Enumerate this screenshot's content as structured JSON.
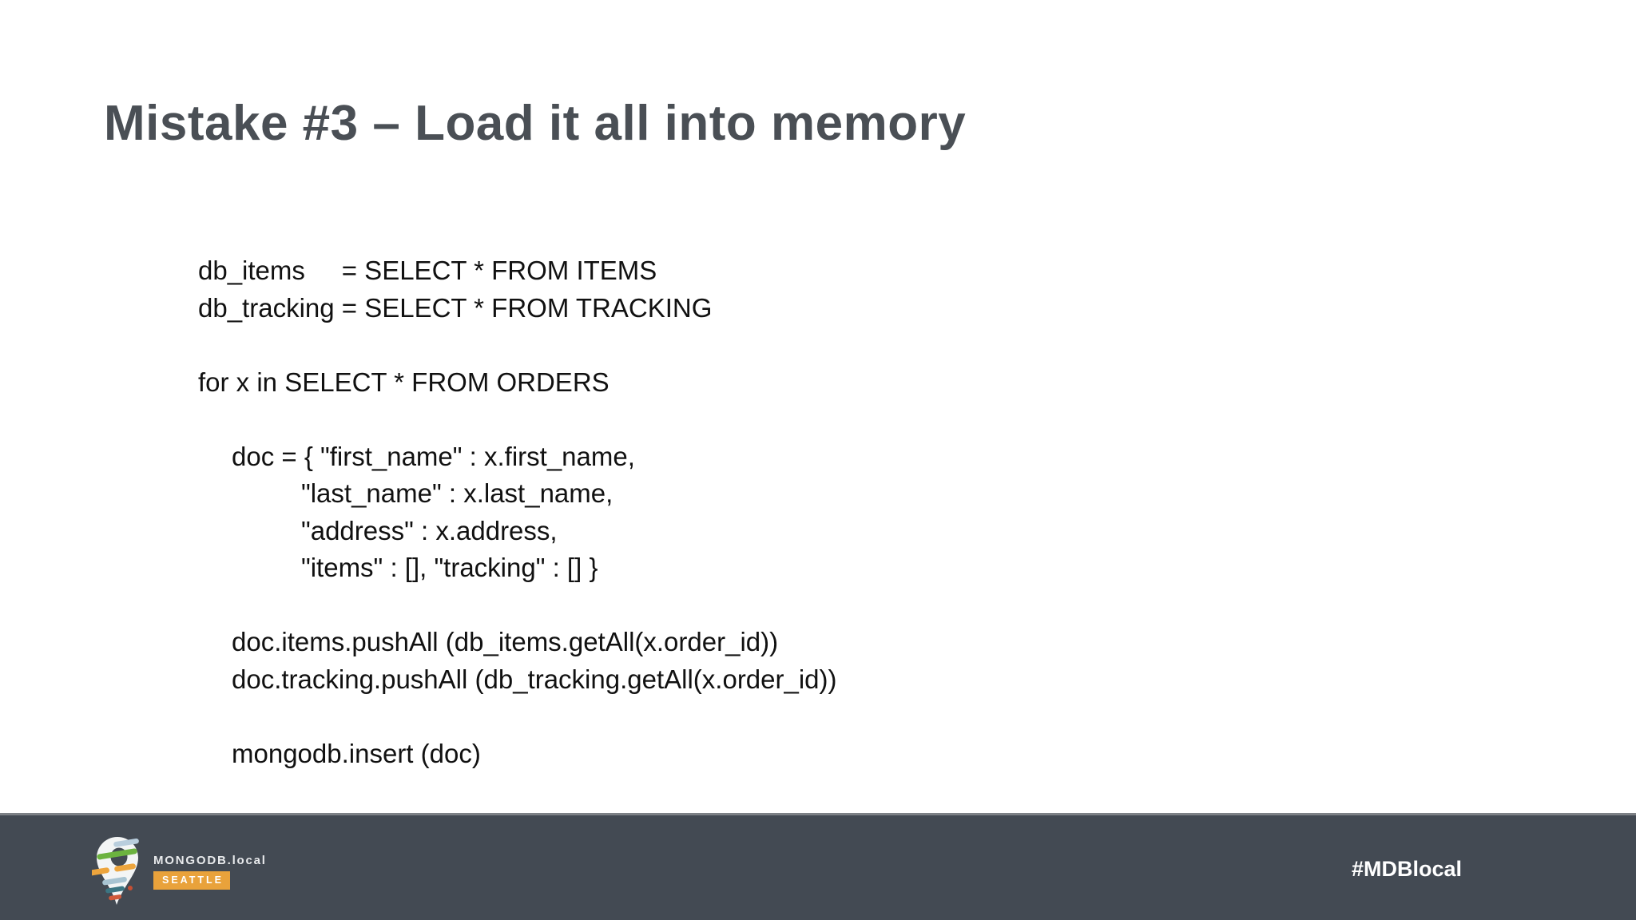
{
  "slide": {
    "title": "Mistake #3 – Load it all into memory",
    "code_lines": [
      {
        "indent": 0,
        "text": "db_items     = SELECT * FROM ITEMS"
      },
      {
        "indent": 0,
        "text": "db_tracking = SELECT * FROM TRACKING"
      },
      {
        "indent": 0,
        "text": ""
      },
      {
        "indent": 0,
        "text": "for x in SELECT * FROM ORDERS"
      },
      {
        "indent": 0,
        "text": ""
      },
      {
        "indent": 1,
        "text": "doc = { \"first_name\" : x.first_name,"
      },
      {
        "indent": 2,
        "text": "\"last_name\" : x.last_name,"
      },
      {
        "indent": 2,
        "text": "\"address\" : x.address,"
      },
      {
        "indent": 2,
        "text": "\"items\" : [], \"tracking\" : [] }"
      },
      {
        "indent": 0,
        "text": ""
      },
      {
        "indent": 1,
        "text": "doc.items.pushAll (db_items.getAll(x.order_id))"
      },
      {
        "indent": 1,
        "text": "doc.tracking.pushAll (db_tracking.getAll(x.order_id))"
      },
      {
        "indent": 0,
        "text": ""
      },
      {
        "indent": 1,
        "text": "mongodb.insert (doc)"
      }
    ]
  },
  "footer": {
    "brand": "MONGODB.local",
    "city": "SEATTLE",
    "hashtag": "#MDBlocal"
  },
  "logo": {
    "name": "mongodb-local-pin",
    "stripe_colors": [
      "#b9cedd",
      "#6cb33f",
      "#eda53d",
      "#a8c4d2",
      "#3c7683",
      "#d05a3a"
    ]
  },
  "colors": {
    "page_bg": "#ffffff",
    "title": "#4a4f55",
    "code": "#111111",
    "bar_bg": "#434a53",
    "badge_bg": "#e9a23b",
    "badge_text": "#ffffff",
    "brand_text": "#e8eaec",
    "hashtag_text": "#ffffff"
  }
}
